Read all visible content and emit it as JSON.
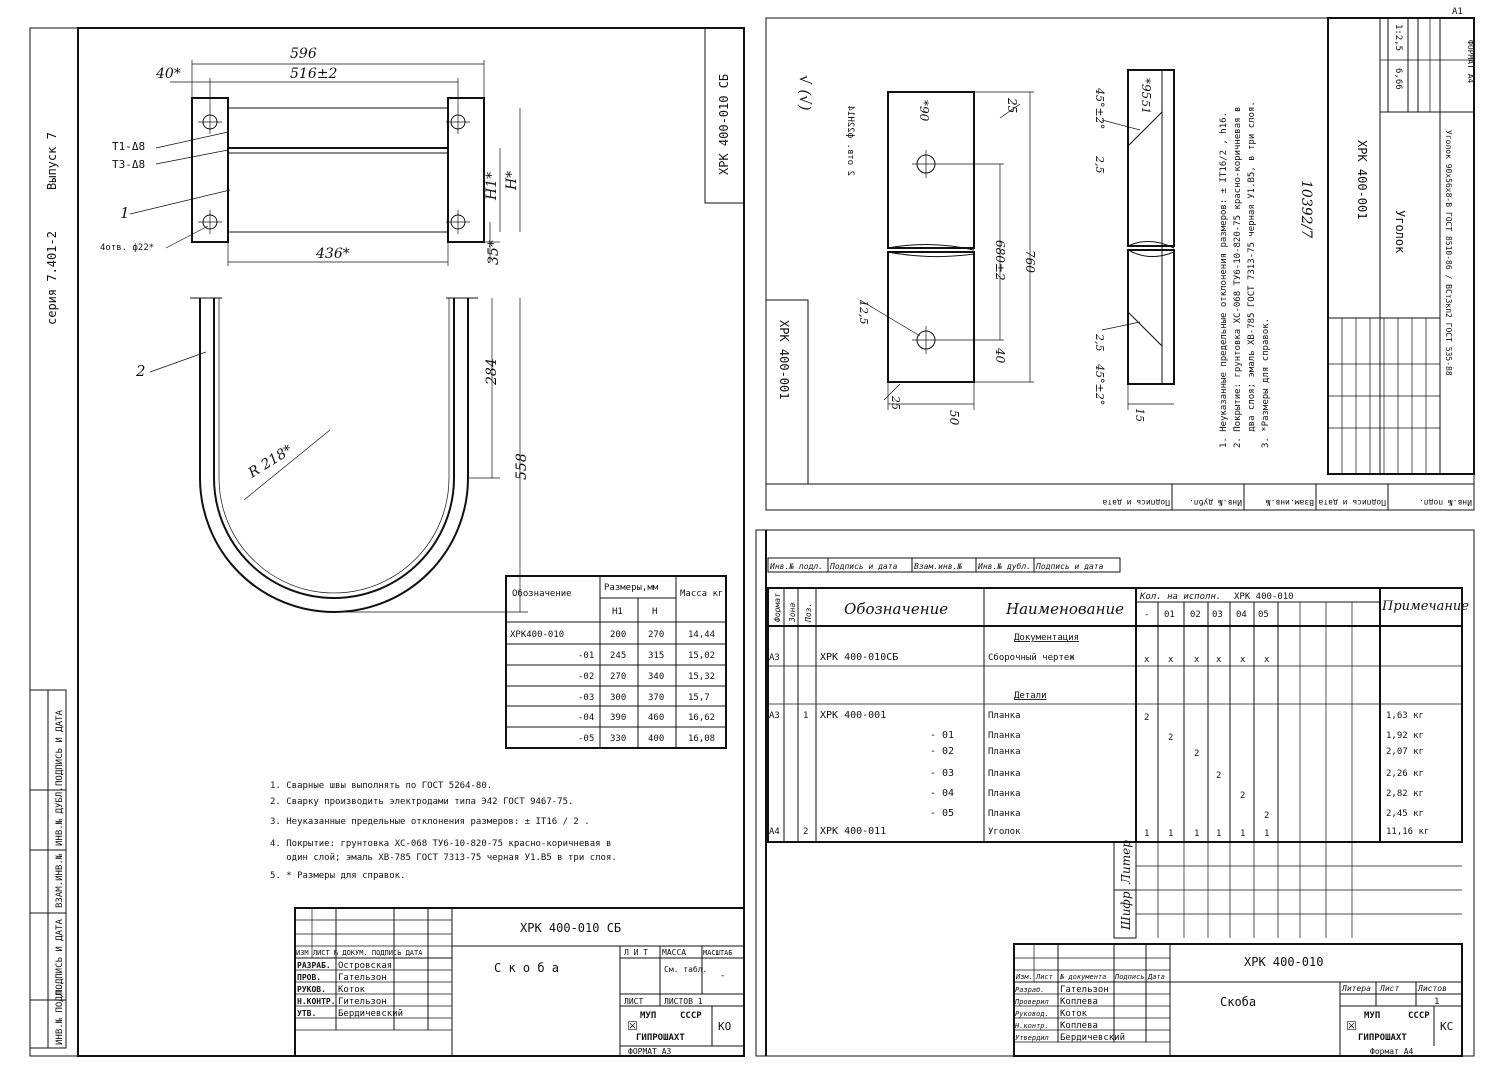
{
  "left_sheet": {
    "series_label": "серия 7.401-2",
    "issue_label": "Выпуск 7",
    "stamp_code": "ХРК 400-010 СБ",
    "dims": {
      "d596": "596",
      "d516": "516±2",
      "d40": "40*",
      "d436": "436*",
      "dH1": "H1*",
      "dH": "H*",
      "d35": "35*",
      "d284": "284",
      "d558": "558",
      "r218": "R 218*",
      "holes": "4отв. ф22*"
    },
    "weld_labels": [
      "Т1-Δ8",
      "Т3-Δ8"
    ],
    "callouts": [
      "1",
      "2"
    ],
    "size_table": {
      "h_designation": "Обозначение",
      "h_sizes": "Размеры,мм",
      "h_h1": "H1",
      "h_h": "H",
      "h_mass": "Масса кг",
      "rows": [
        [
          "ХРК400-010",
          "200",
          "270",
          "14,44"
        ],
        [
          "-01",
          "245",
          "315",
          "15,02"
        ],
        [
          "-02",
          "270",
          "340",
          "15,32"
        ],
        [
          "-03",
          "300",
          "370",
          "15,7"
        ],
        [
          "-04",
          "390",
          "460",
          "16,62"
        ],
        [
          "-05",
          "330",
          "400",
          "16,08"
        ]
      ]
    },
    "notes": [
      "1. Сварные швы выполнять по ГОСТ 5264-80.",
      "2. Сварку производить электродами типа Э42 ГОСТ 9467-75.",
      "3. Неуказанные предельные отклонения размеров: ± IT16 / 2 .",
      "4. Покрытие: грунтовка ХС-068 ТУ6-10-820-75 красно-коричневая в",
      "   один слой; эмаль ХВ-785 ГОСТ 7313-75 черная У1.В5 в три слоя.",
      "5. * Размеры для справок."
    ],
    "title_block": {
      "code": "ХРК 400-010 СБ",
      "name": "С к о б а",
      "lit": "Л И Т",
      "mass": "МАССА",
      "scale": "МАСШТАБ",
      "mass_val": "См. табл.",
      "scale_val": "-",
      "sheet": "ЛИСТ",
      "sheets": "ЛИСТОВ 1",
      "org1": "МУП",
      "org2": "СССР",
      "org3": "ГИПРОШАХТ",
      "org_code": "КО",
      "format": "ФОРМАТ А3",
      "roles": [
        [
          "РАЗРАБ.",
          "Островская"
        ],
        [
          "ПРОВ.",
          "Гательзон"
        ],
        [
          "РУКОВ.",
          "Коток"
        ],
        [
          "Н.КОНТР.",
          "Гительзон"
        ],
        [
          "УТВ.",
          "Бердичевский"
        ]
      ],
      "hdr": "ИЗМ ЛИСТ № ДОКУМ. ПОДПИСЬ ДАТА"
    },
    "side_strip": [
      "ИНВ.№ ПОДЛ.",
      "ПОДПИСЬ И ДАТА",
      "ВЗАМ.ИНВ.№",
      "ИНВ.№ ДУБЛ.",
      "ПОДПИСЬ И ДАТА"
    ]
  },
  "right_top_sheet": {
    "code_rot": "ХРК 400-001",
    "code_rot2": "ХРК 400-001",
    "title_rot": "Уголок",
    "mass": "6,66",
    "scale": "1:2,5",
    "material": "Уголок 90х56х8-В ГОСТ 8510-86 / ВСт3кп2 ГОСТ 535-88",
    "sheet_no": "10392/7",
    "roughness": "√ (√)",
    "dims": {
      "d90": "*90",
      "d25": "25",
      "d680": "680±2",
      "d760": "760",
      "d40": "40",
      "d50": "50",
      "holes": "2 отв. ф22Н14",
      "d125": "12,5",
      "d95": "*95",
      "d51": "51",
      "d45a": "45°±2°",
      "d45b": "45°±2°",
      "d25b": "25",
      "d15": "15",
      "d25c": "2,5"
    },
    "notes": [
      "1. Неуказанные предельные отклонения размеров: ± IT16/2 , h16.",
      "2. Покрытие: грунтовка ХС-068 ТУ6-10-820-75 красно-коричневая в",
      "   два слоя; эмаль ХВ-785 ГОСТ 7313-75 черная У1.В5, в три слоя.",
      "3. *Размеры для справок."
    ],
    "format": "ФОРМАТ А4",
    "sheet_corner": "А1"
  },
  "spec": {
    "top_strip": [
      "Инв.№ подл.",
      "Подпись и дата",
      "Взам.инв.№",
      "Инв.№ дубл.",
      "Подпись и дата"
    ],
    "headers": {
      "format": "Формат",
      "zone": "Зона",
      "pos": "Поз.",
      "designation": "Обозначение",
      "name": "Наименование",
      "qty": "Кол. на исполн.",
      "qty_code": "ХРК 400-010",
      "note": "Примечание",
      "execs": [
        "-",
        "01",
        "02",
        "03",
        "04",
        "05"
      ]
    },
    "rows": [
      {
        "f": "",
        "pos": "",
        "des": "",
        "name": "Документация",
        "q": [
          "",
          "",
          "",
          "",
          "",
          ""
        ],
        "note": ""
      },
      {
        "f": "А3",
        "pos": "",
        "des": "ХРК 400-010СБ",
        "name": "Сборочный чертеж",
        "q": [
          "х",
          "х",
          "х",
          "х",
          "х",
          "х"
        ],
        "note": ""
      },
      {
        "f": "",
        "pos": "",
        "des": "",
        "name": "",
        "q": [
          "",
          "",
          "",
          "",
          "",
          ""
        ],
        "note": ""
      },
      {
        "f": "",
        "pos": "",
        "des": "",
        "name": "Детали",
        "q": [
          "",
          "",
          "",
          "",
          "",
          ""
        ],
        "note": ""
      },
      {
        "f": "А3",
        "pos": "1",
        "des": "ХРК 400-001",
        "name": "Планка",
        "q": [
          "2",
          "",
          "",
          "",
          "",
          ""
        ],
        "note": "1,63 кг"
      },
      {
        "f": "",
        "pos": "",
        "des": "- 01",
        "name": "Планка",
        "q": [
          "",
          "2",
          "",
          "",
          "",
          ""
        ],
        "note": "1,92 кг"
      },
      {
        "f": "",
        "pos": "",
        "des": "- 02",
        "name": "Планка",
        "q": [
          "",
          "",
          "2",
          "",
          "",
          ""
        ],
        "note": "2,07 кг"
      },
      {
        "f": "",
        "pos": "",
        "des": "- 03",
        "name": "Планка",
        "q": [
          "",
          "",
          "",
          "2",
          "",
          ""
        ],
        "note": "2,26 кг"
      },
      {
        "f": "",
        "pos": "",
        "des": "- 04",
        "name": "Планка",
        "q": [
          "",
          "",
          "",
          "",
          "2",
          ""
        ],
        "note": "2,82 кг"
      },
      {
        "f": "",
        "pos": "",
        "des": "- 05",
        "name": "Планка",
        "q": [
          "",
          "",
          "",
          "",
          "",
          "2"
        ],
        "note": "2,45 кг"
      },
      {
        "f": "А4",
        "pos": "2",
        "des": "ХРК 400-011",
        "name": "Уголок",
        "q": [
          "1",
          "1",
          "1",
          "1",
          "1",
          "1"
        ],
        "note": "11,16 кг"
      }
    ],
    "side_labels": [
      "Шифр",
      "Литер"
    ],
    "title_block": {
      "code": "ХРК 400-010",
      "name": "Скоба",
      "hdr": [
        "Изм.",
        "Лист",
        "№ документа",
        "Подпись",
        "Дата"
      ],
      "roles": [
        [
          "Разраб.",
          "Гательзон"
        ],
        [
          "Проверил",
          "Коплева"
        ],
        [
          "Руковод.",
          "Коток"
        ],
        [
          "Н.контр.",
          "Коплева"
        ],
        [
          "Утвердил",
          "Бердичевский"
        ]
      ],
      "liter": "Литера",
      "list": "Лист",
      "lists": "Листов",
      "lists_val": "1",
      "org1": "МУП",
      "org2": "СССР",
      "org3": "ГИПРОШАХТ",
      "org_code": "КС",
      "format": "Формат А4"
    }
  }
}
